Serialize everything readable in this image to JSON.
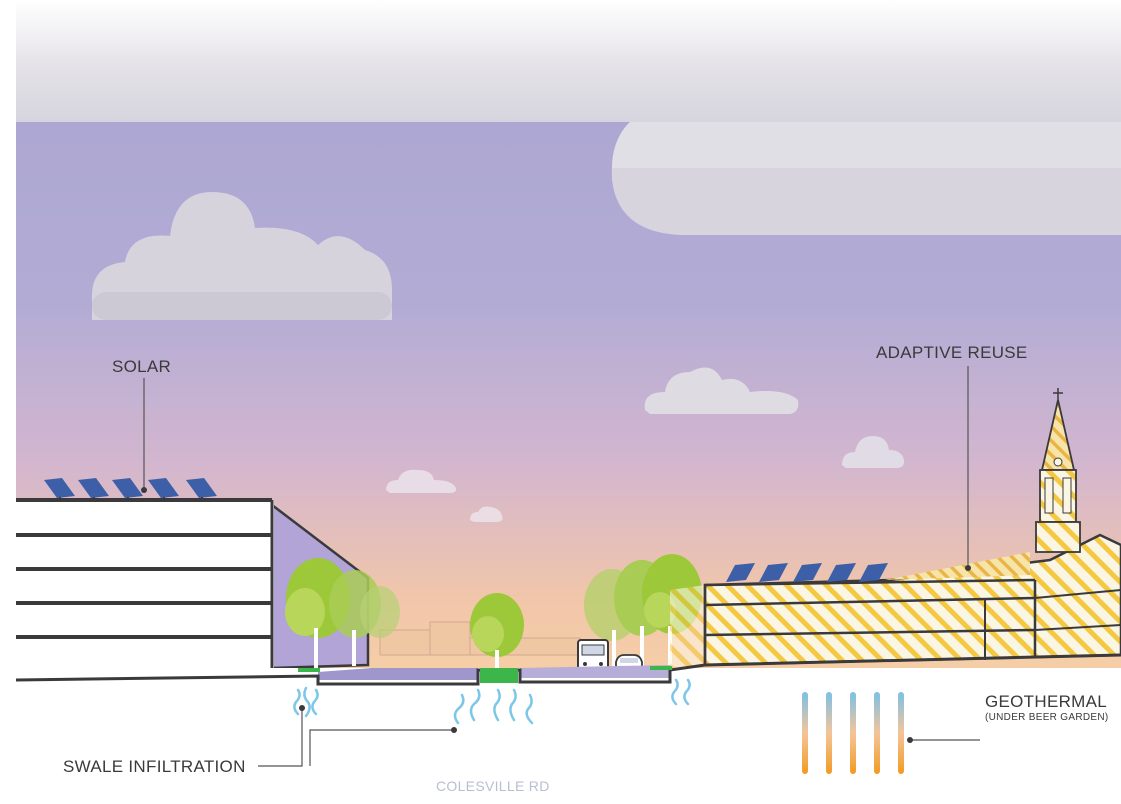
{
  "labels": {
    "solar": "SOLAR",
    "adaptive_reuse": "ADAPTIVE REUSE",
    "geothermal": "GEOTHERMAL",
    "geothermal_note": "(UNDER BEER GARDEN)",
    "swale_infiltration": "SWALE INFILTRATION",
    "road_name": "COLESVILLE RD"
  },
  "colors": {
    "sky_top": "#aaa5d2",
    "sky_bottom": "#f3c8a5",
    "cloud": "#d9d6df",
    "building_line": "#3a3a3c",
    "hatch_yellow": "#f5c842",
    "solar_panel": "#3d5fa8",
    "tree_green": "#9cc83a",
    "swale_green": "#3cb54a",
    "water_blue": "#7cc7e8",
    "geo_orange": "#f39a23",
    "geo_blue": "#7cc0e8",
    "road_label": "#b8bfd3"
  }
}
